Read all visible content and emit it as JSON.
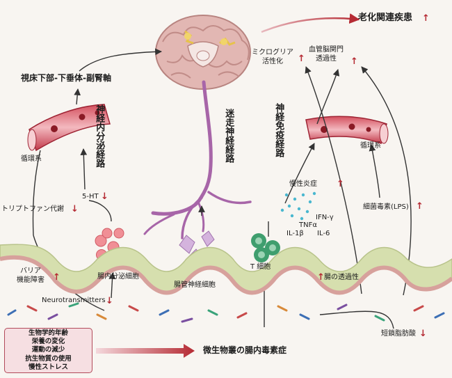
{
  "title_aging_disease": "老化関連疾患",
  "microglia": [
    "ミクログリア",
    "活性化"
  ],
  "bbb": [
    "血管脳関門",
    "透過性"
  ],
  "hpa_axis": "視床下部-下垂体-副腎軸",
  "endocrine_pathway": "神経内分泌経路",
  "vagus_pathway": "迷走神経経路",
  "immune_pathway": "神経免疫経路",
  "circulation_left": "循環系",
  "circulation_right": "循環系",
  "serotonin": "5-HT",
  "tryptophan": "トリプトファン代謝",
  "chronic_inflammation": "慢性炎症",
  "cytokines": {
    "ifn": "IFN-γ",
    "tnf": "TNFα",
    "il1": "IL-1β",
    "il6": "IL-6"
  },
  "lps": "細菌毒素(LPS)",
  "barrier": [
    "バリア",
    "機能障害"
  ],
  "enteroendocrine": "腸内分泌細胞",
  "enteric_neuron": "腸管神経細胞",
  "t_cell": "T 細胞",
  "gut_permeability": "腸の透過性",
  "neurotransmitters": "Neurotransmitters",
  "scfa": "短鎖脂肪酸",
  "dysbiosis": "微生物叢の腸内毒素症",
  "factors": [
    "生物学的年齢",
    "栄養の変化",
    "運動の減少",
    "抗生物質の使用",
    "慢性ストレス"
  ],
  "arrows": {
    "up": "↑",
    "down": "↓"
  },
  "colors": {
    "accent": "#b52a33",
    "vessel": "#c2394a",
    "vagus": "#a765a8",
    "gut_wall": "#d6dfae",
    "lining": "#d7a19c"
  }
}
